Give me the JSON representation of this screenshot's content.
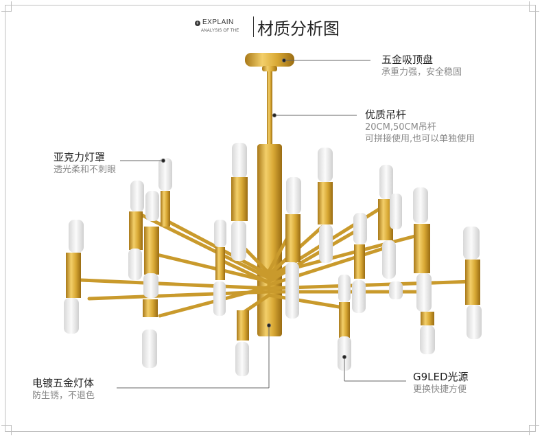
{
  "header": {
    "explain_label": "EXPLAIN",
    "explain_sub": "ANALYSIS OF THE",
    "title": "材质分析图"
  },
  "callouts": {
    "canopy": {
      "title": "五金吸顶盘",
      "desc": "承重力强，安全稳固"
    },
    "rod": {
      "title": "优质吊杆",
      "desc1": "20CM,50CM吊杆",
      "desc2": "可拼接使用,也可以单独使用"
    },
    "shade": {
      "title": "亚克力灯罩",
      "desc": "透光柔和不刺眼"
    },
    "body": {
      "title": "电镀五金灯体",
      "desc": "防生锈，不退色"
    },
    "source": {
      "title": "G9LED光源",
      "desc": "更换快捷方便"
    }
  },
  "colors": {
    "gold": "#d4a531",
    "gold_dark": "#a87818",
    "acrylic": "#f2f2f2",
    "leader": "#666666"
  }
}
